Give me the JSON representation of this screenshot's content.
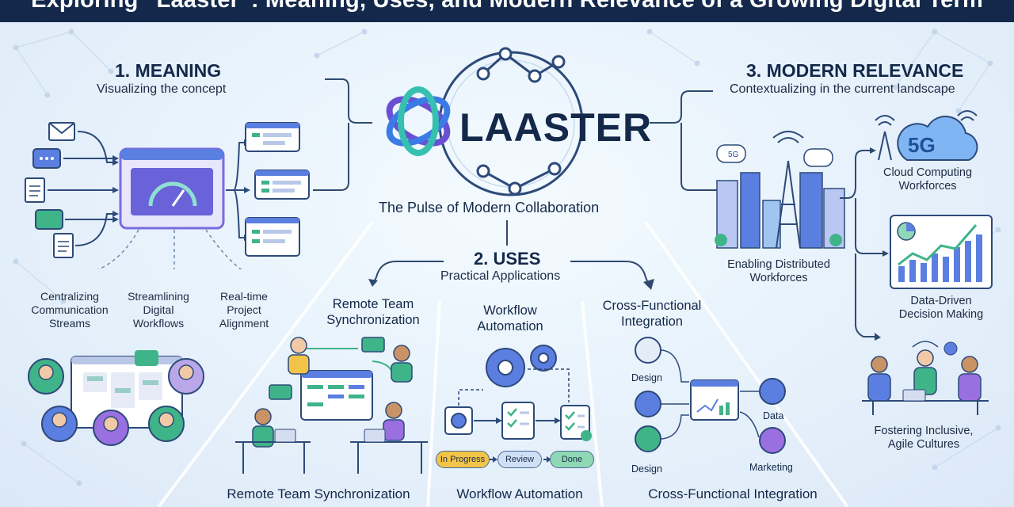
{
  "title": "Exploring “Laaster”: Meaning, Uses, and Modern Relevance of a Growing Digital Term",
  "center": {
    "logo_text": "LAASTER",
    "tagline": "The Pulse of Modern Collaboration"
  },
  "meaning": {
    "heading": "1. MEANING",
    "subheading": "Visualizing the concept",
    "captions": [
      "Centralizing Communication Streams",
      "Streamlining Digital Workflows",
      "Real-time Project Alignment"
    ]
  },
  "uses": {
    "heading": "2. USES",
    "subheading": "Practical Applications",
    "items": [
      {
        "label": "Remote Team Synchronization",
        "footer": "Remote Team Synchronization"
      },
      {
        "label": "Workflow Automation",
        "footer": "Workflow Automation"
      },
      {
        "label": "Cross-Functional Integration",
        "footer": "Cross-Functional Integration"
      }
    ],
    "workflow_stages": [
      "In Progress",
      "Review",
      "Done"
    ],
    "departments": [
      "Design",
      "Design",
      "Data",
      "Marketing"
    ]
  },
  "relevance": {
    "heading": "3. MODERN RELEVANCE",
    "subheading": "Contextualizing in the current landscape",
    "items": [
      "Enabling Distributed Workforces",
      "Cloud Computing Workforces",
      "Data-Driven Decision Making",
      "Fostering Inclusive, Agile Cultures"
    ],
    "badge_5g": "5G"
  },
  "colors": {
    "navy": "#13284a",
    "accent": "#5b7fe0",
    "green": "#3fb489",
    "purple": "#8a5bd6"
  }
}
